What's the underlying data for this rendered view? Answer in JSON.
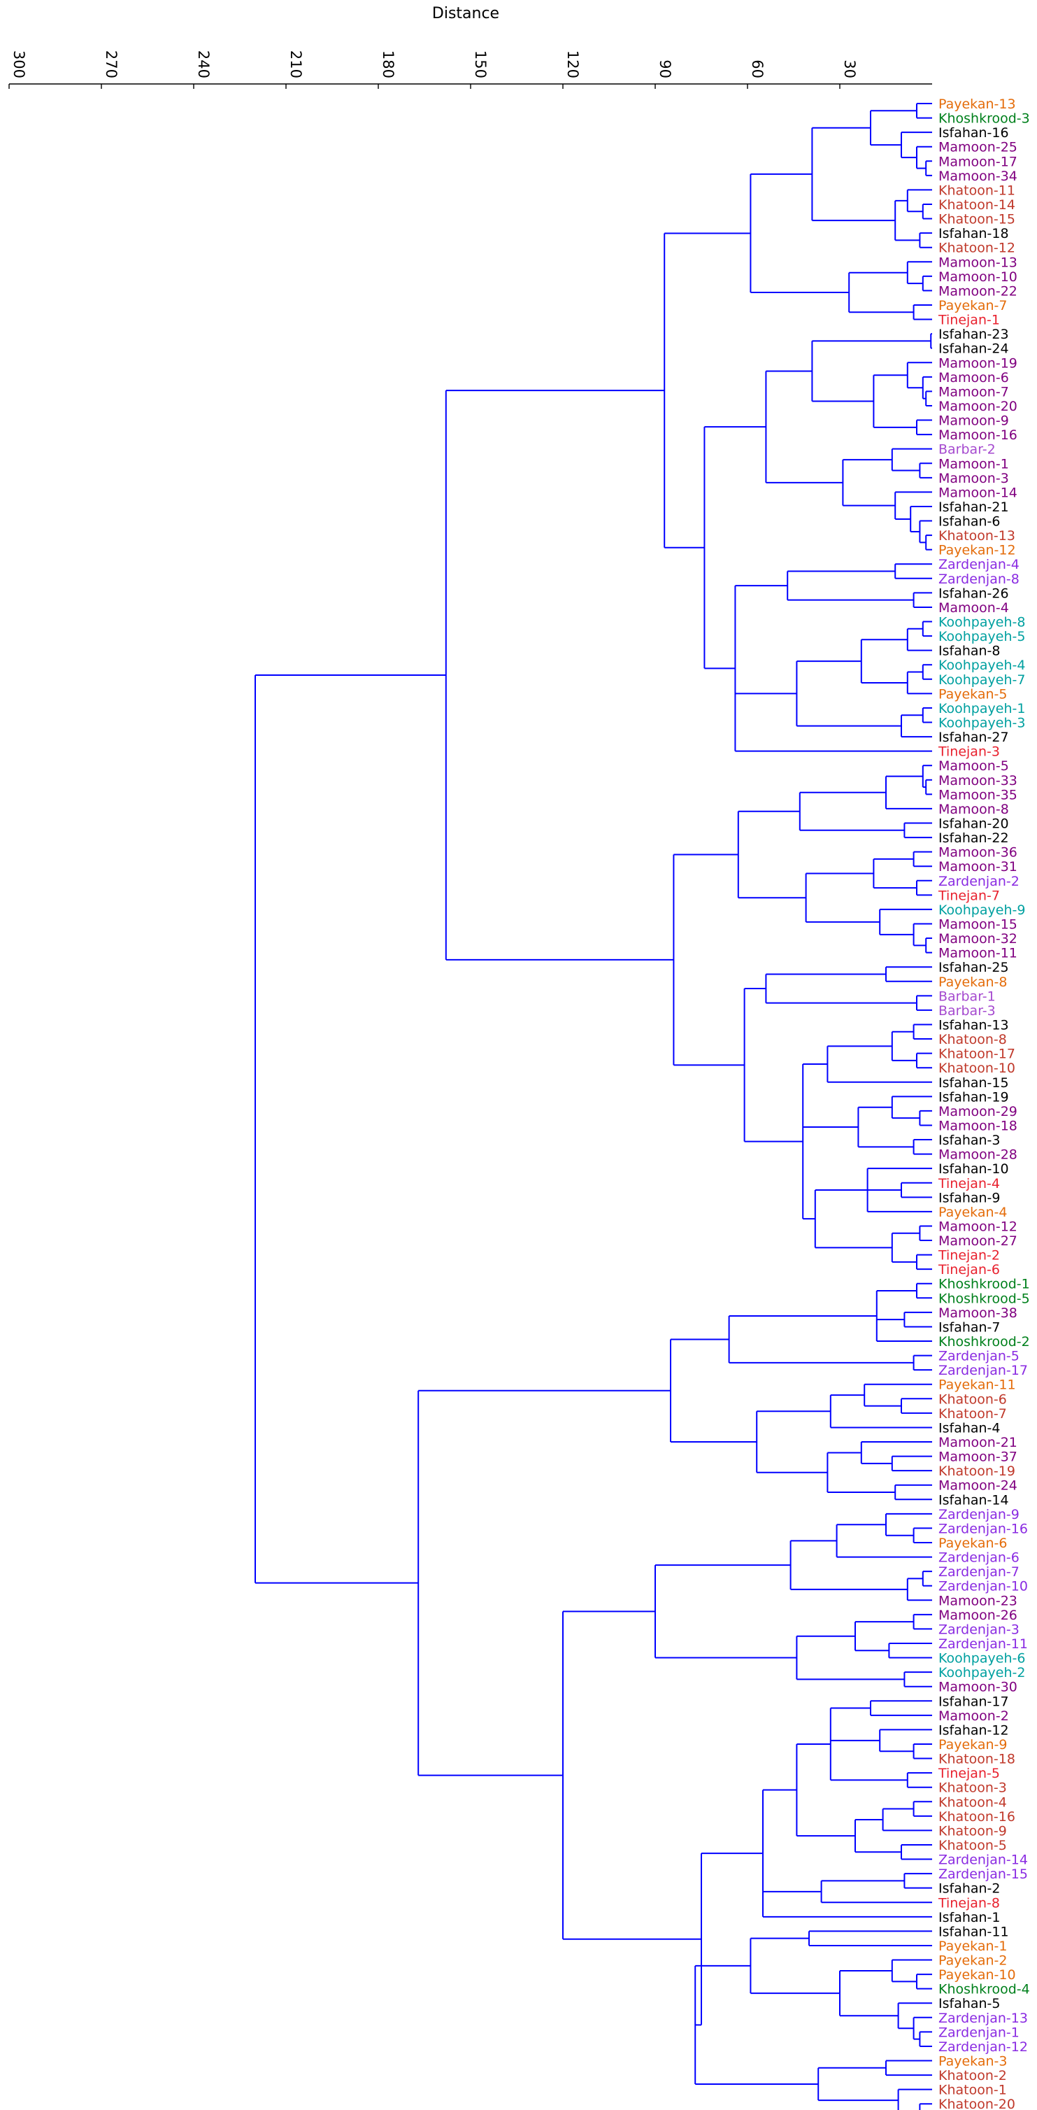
{
  "axis": {
    "label": "Distance",
    "ticks": [
      "300",
      "270",
      "240",
      "210",
      "180",
      "150",
      "120",
      "90",
      "60",
      "30"
    ]
  },
  "colors": {
    "branch": "#0000FF",
    "axis": "#000000",
    "Payekan": "#E46C0A",
    "Khoshkrood": "#00801C",
    "Isfahan": "#000000",
    "Mamoon": "#800080",
    "Khatoon": "#C0392B",
    "Tinejan": "#E8212E",
    "Barbar": "#A54ACF",
    "Zardenjan": "#8A2BE2",
    "Koohpayeh": "#00A0A0"
  },
  "leaves": [
    "Payekan-13",
    "Khoshkrood-3",
    "Isfahan-16",
    "Mamoon-25",
    "Mamoon-17",
    "Mamoon-34",
    "Khatoon-11",
    "Khatoon-14",
    "Khatoon-15",
    "Isfahan-18",
    "Khatoon-12",
    "Mamoon-13",
    "Mamoon-10",
    "Mamoon-22",
    "Payekan-7",
    "Tinejan-1",
    "Isfahan-23",
    "Isfahan-24",
    "Mamoon-19",
    "Mamoon-6",
    "Mamoon-7",
    "Mamoon-20",
    "Mamoon-9",
    "Mamoon-16",
    "Barbar-2",
    "Mamoon-1",
    "Mamoon-3",
    "Mamoon-14",
    "Isfahan-21",
    "Isfahan-6",
    "Khatoon-13",
    "Payekan-12",
    "Zardenjan-4",
    "Zardenjan-8",
    "Isfahan-26",
    "Mamoon-4",
    "Koohpayeh-8",
    "Koohpayeh-5",
    "Isfahan-8",
    "Koohpayeh-4",
    "Koohpayeh-7",
    "Payekan-5",
    "Koohpayeh-1",
    "Koohpayeh-3",
    "Isfahan-27",
    "Tinejan-3",
    "Mamoon-5",
    "Mamoon-33",
    "Mamoon-35",
    "Mamoon-8",
    "Isfahan-20",
    "Isfahan-22",
    "Mamoon-36",
    "Mamoon-31",
    "Zardenjan-2",
    "Tinejan-7",
    "Koohpayeh-9",
    "Mamoon-15",
    "Mamoon-32",
    "Mamoon-11",
    "Isfahan-25",
    "Payekan-8",
    "Barbar-1",
    "Barbar-3",
    "Isfahan-13",
    "Khatoon-8",
    "Khatoon-17",
    "Khatoon-10",
    "Isfahan-15",
    "Isfahan-19",
    "Mamoon-29",
    "Mamoon-18",
    "Isfahan-3",
    "Mamoon-28",
    "Isfahan-10",
    "Tinejan-4",
    "Isfahan-9",
    "Payekan-4",
    "Mamoon-12",
    "Mamoon-27",
    "Tinejan-2",
    "Tinejan-6",
    "Khoshkrood-1",
    "Khoshkrood-5",
    "Mamoon-38",
    "Isfahan-7",
    "Khoshkrood-2",
    "Zardenjan-5",
    "Zardenjan-17",
    "Payekan-11",
    "Khatoon-6",
    "Khatoon-7",
    "Isfahan-4",
    "Mamoon-21",
    "Mamoon-37",
    "Khatoon-19",
    "Mamoon-24",
    "Isfahan-14",
    "Zardenjan-9",
    "Zardenjan-16",
    "Payekan-6",
    "Zardenjan-6",
    "Zardenjan-7",
    "Zardenjan-10",
    "Mamoon-23",
    "Mamoon-26",
    "Zardenjan-3",
    "Zardenjan-11",
    "Koohpayeh-6",
    "Koohpayeh-2",
    "Mamoon-30",
    "Isfahan-17",
    "Mamoon-2",
    "Isfahan-12",
    "Payekan-9",
    "Khatoon-18",
    "Tinejan-5",
    "Khatoon-3",
    "Khatoon-4",
    "Khatoon-16",
    "Khatoon-9",
    "Khatoon-5",
    "Zardenjan-14",
    "Zardenjan-15",
    "Isfahan-2",
    "Tinejan-8",
    "Isfahan-1",
    "Isfahan-11",
    "Payekan-1",
    "Payekan-2",
    "Payekan-10",
    "Khoshkrood-4",
    "Isfahan-5",
    "Zardenjan-13",
    "Zardenjan-1",
    "Zardenjan-12",
    "Payekan-3",
    "Khatoon-2",
    "Khatoon-1",
    "Khatoon-20"
  ]
}
